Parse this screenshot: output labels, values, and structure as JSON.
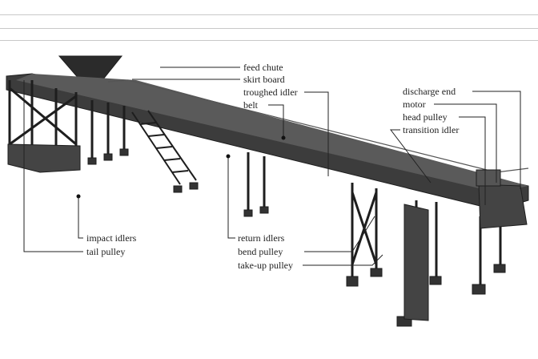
{
  "labels": {
    "feed_chute": "feed chute",
    "skirt_board": "skirt board",
    "troughed_idler": "troughed idler",
    "belt": "belt",
    "discharge_end": "discharge end",
    "motor": "motor",
    "head_pulley": "head pulley",
    "transition_idler": "transition idler",
    "impact_idlers": "impact idlers",
    "tail_pulley": "tail pulley",
    "return_idlers": "return idlers",
    "bend_pulley": "bend pulley",
    "take_up_pulley": "take-up pulley"
  },
  "colors": {
    "structure": "#2b2b2b",
    "belt": "#3a3a3a",
    "leader": "#222222"
  }
}
